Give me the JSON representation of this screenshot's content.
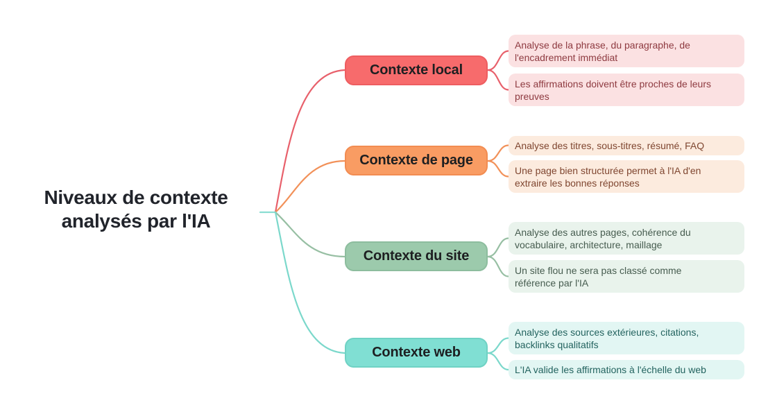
{
  "root": {
    "line1": "Niveaux de contexte",
    "line2": "analysés par l'IA",
    "text_color": "#21242B",
    "tail_color": "#8ADDD2"
  },
  "branches": [
    {
      "label": "Contexte local",
      "colors": {
        "node_fill": "#F76B6C",
        "node_border": "#EE5D60",
        "connector": "#E8606B",
        "note_bg": "#FBE1E2",
        "note_text": "#8E3A40"
      },
      "notes": [
        "Analyse de la phrase, du paragraphe, de\nl'encadrement immédiat",
        "Les affirmations doivent être proches de leurs\npreuves"
      ]
    },
    {
      "label": "Contexte de page",
      "colors": {
        "node_fill": "#F99C63",
        "node_border": "#F28C51",
        "connector": "#F29159",
        "note_bg": "#FCEBDE",
        "note_text": "#7F4630"
      },
      "notes": [
        "Analyse des titres, sous-titres, résumé, FAQ",
        "Une page bien structurée permet à l'IA d'en\nextraire les bonnes réponses"
      ]
    },
    {
      "label": "Contexte du site",
      "colors": {
        "node_fill": "#9CCAAC",
        "node_border": "#8DBD9E",
        "connector": "#97BFA3",
        "note_bg": "#E9F3EC",
        "note_text": "#465C4F"
      },
      "notes": [
        "Analyse des autres pages, cohérence du\nvocabulaire, architecture, maillage",
        "Un site flou ne sera pas classé comme\nréférence par l'IA"
      ]
    },
    {
      "label": "Contexte web",
      "colors": {
        "node_fill": "#80DFD3",
        "node_border": "#6FD2C4",
        "connector": "#7BD8CB",
        "note_bg": "#E2F6F3",
        "note_text": "#23635F"
      },
      "notes": [
        "Analyse des sources extérieures, citations,\nbacklinks qualitatifs",
        "L'IA valide les affirmations à l'échelle du web"
      ]
    }
  ]
}
